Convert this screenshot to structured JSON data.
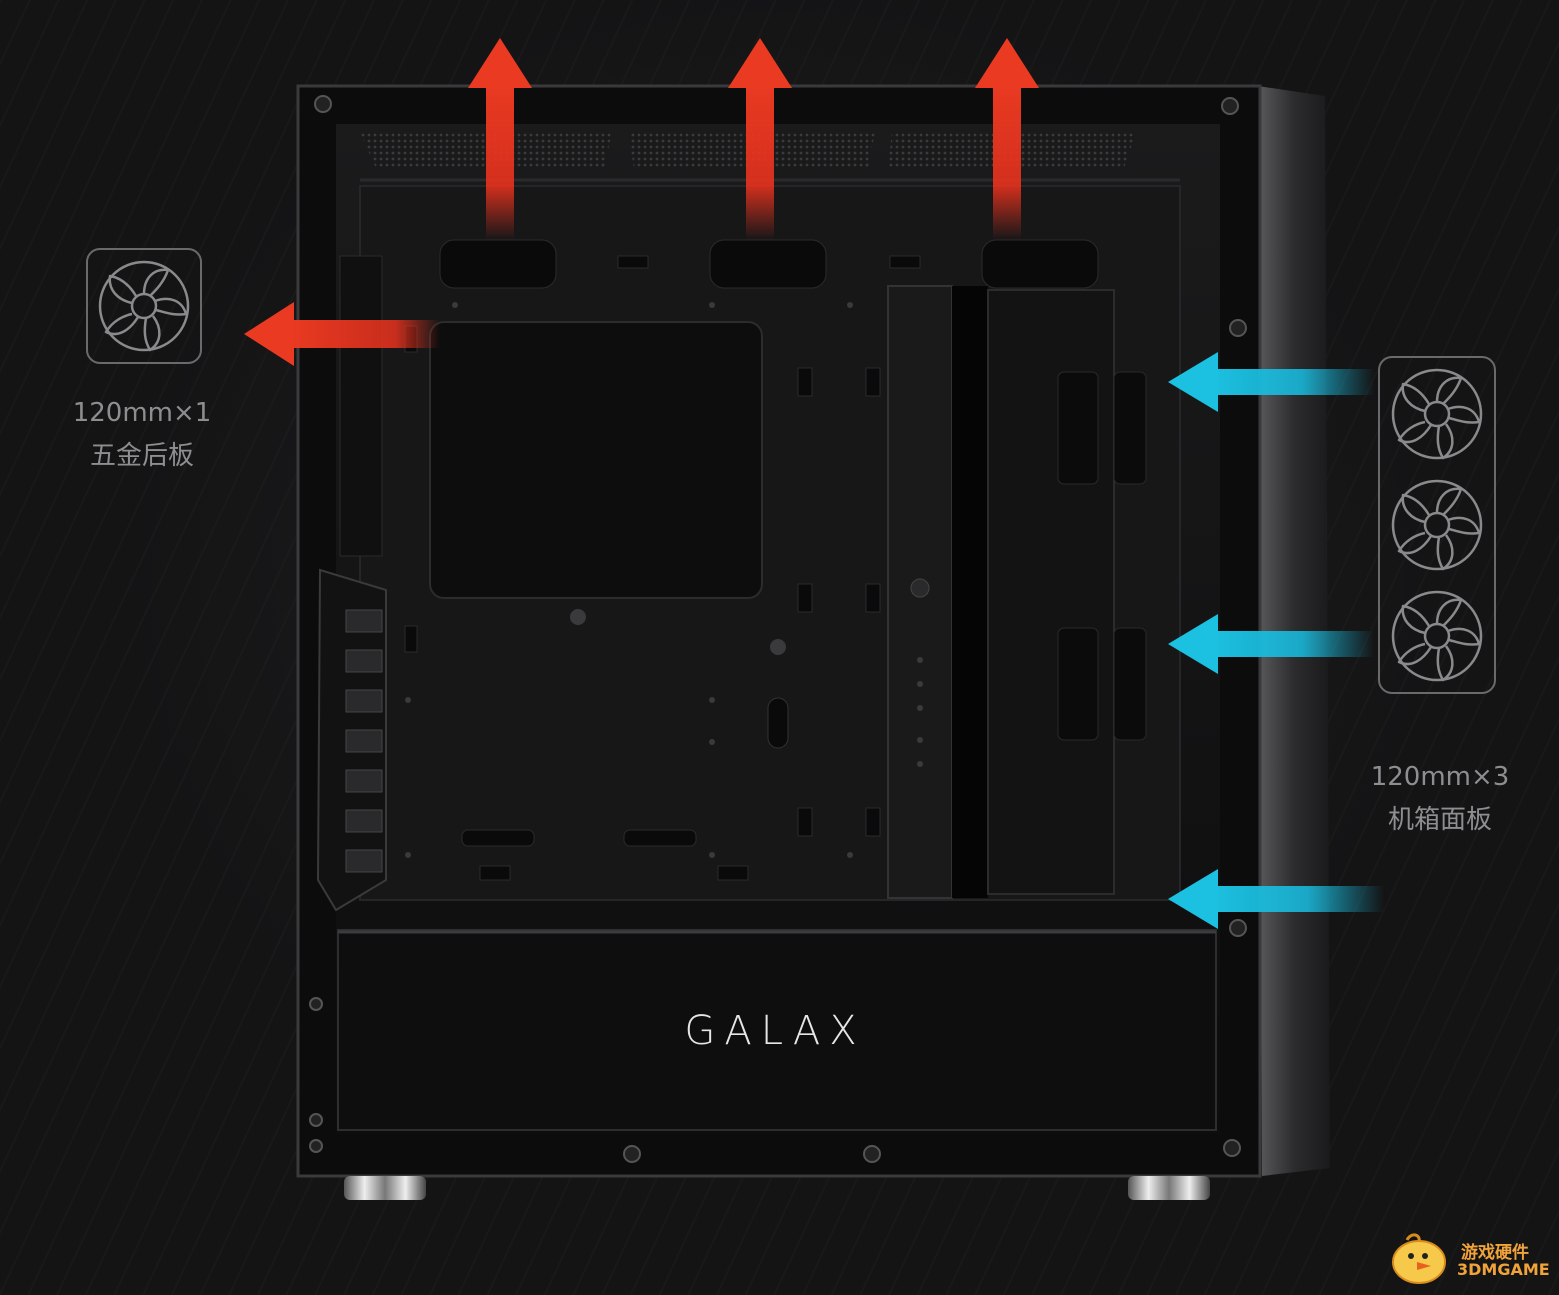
{
  "rear_fan": {
    "icon": "fan-icon",
    "line1": "120mm×1",
    "line2": "五金后板"
  },
  "front_fans": {
    "icon": "fan-icon",
    "count": 3,
    "line1": "120mm×3",
    "line2": "机箱面板"
  },
  "brand_logo_text": "GALAX",
  "watermark": {
    "icon": "chick-mascot-icon",
    "line1": "游戏硬件",
    "line2": "3DMGAME"
  },
  "colors": {
    "exhaust_arrow": "#e8321e",
    "intake_arrow": "#19b6d8",
    "background": "#141415",
    "case_body": "#0d0d0e",
    "caption_text": "#8e8e90",
    "watermark_text": "#f0a33a"
  },
  "arrows": {
    "exhaust_top_count": 3,
    "exhaust_rear_count": 1,
    "intake_front_count": 3
  }
}
